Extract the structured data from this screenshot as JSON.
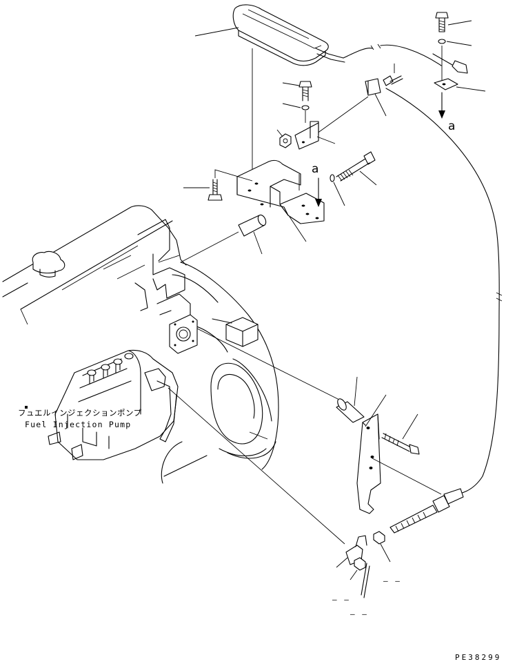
{
  "diagram": {
    "pump_label_jp": "フュエルインジェクションポンプ",
    "pump_label_en": "Fuel Injection Pump",
    "view_marker": "a",
    "drawing_code": "PE38299",
    "dash_labels": [
      "– –",
      "– –",
      "– –"
    ]
  }
}
